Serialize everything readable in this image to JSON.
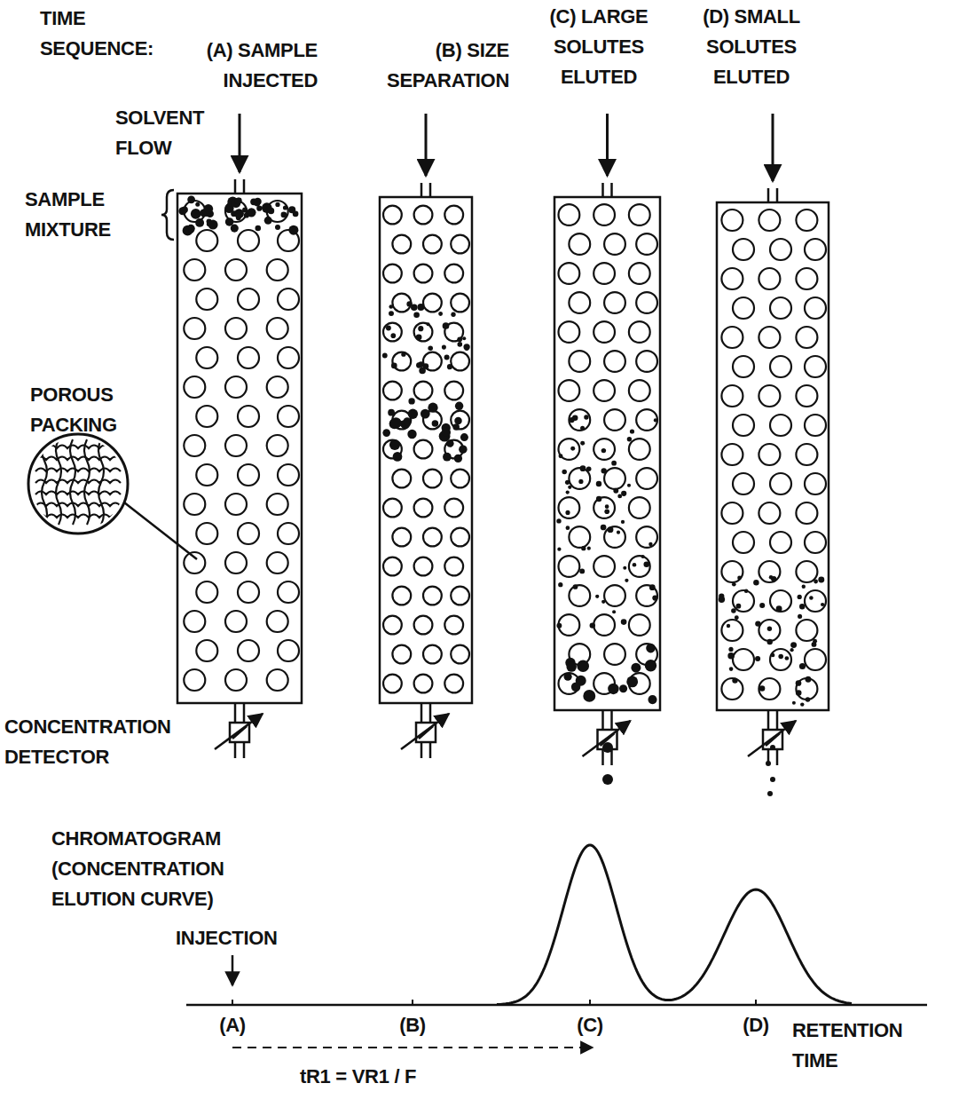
{
  "diagram": {
    "labels": [
      "TIME SEQUENCE:",
      "(A) SAMPLE INJECTED",
      "(B) SIZE SEPARATION",
      "(C) LARGE SOLUTES ELUTED",
      "(D) SMALL SOLUTES ELUTED",
      "SOLVENT FLOW",
      "SAMPLE MIXTURE",
      "POROUS PACKING",
      "CONCENTRATION DETECTOR",
      "CHROMATOGRAM (CONCENTRATION ELUTION CURVE)",
      "INJECTION",
      "(A)",
      "(B)",
      "(C)",
      "(D)",
      "RETENTION TIME",
      "tR1 = VR1 / F"
    ]
  }
}
